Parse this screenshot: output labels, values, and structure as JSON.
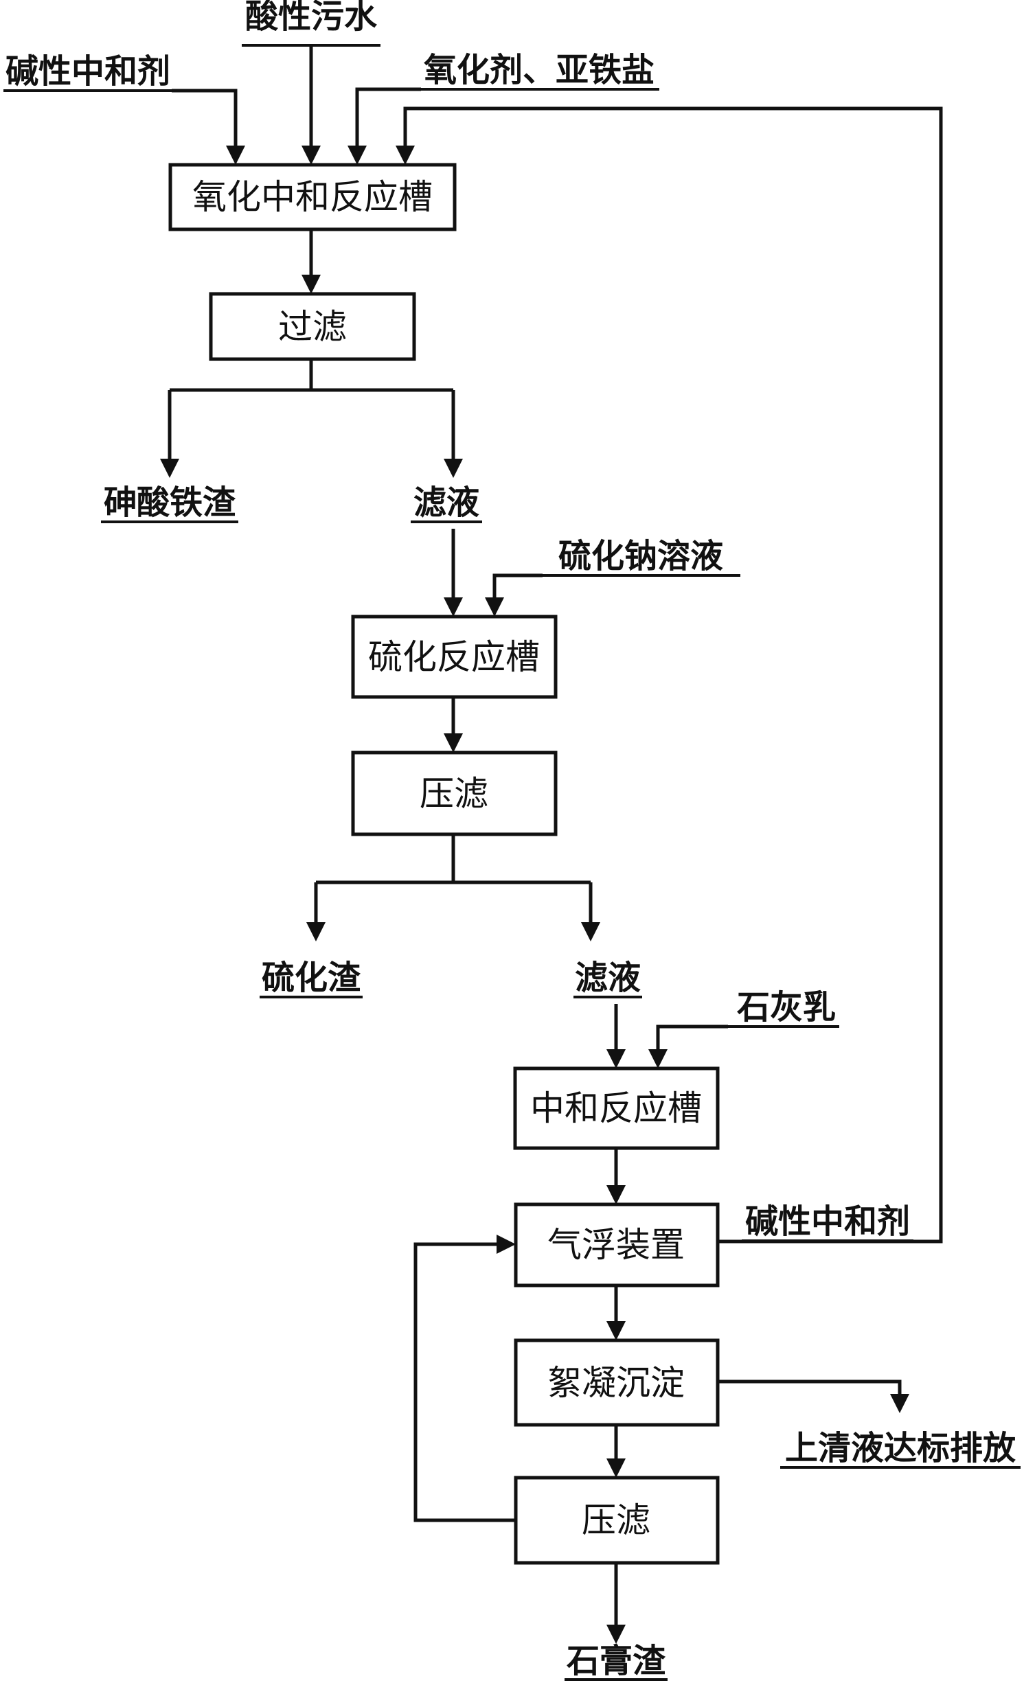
{
  "nodes": {
    "oxidation_tank": "氧化中和反应槽",
    "filter1": "过滤",
    "sulfide_tank": "硫化反应槽",
    "press1": "压滤",
    "neutral_tank": "中和反应槽",
    "flotation": "气浮装置",
    "floc": "絮凝沉淀",
    "press2": "压滤"
  },
  "labels": {
    "acid_water": "酸性污水",
    "alkali_in": "碱性中和剂",
    "oxidant": "氧化剂、亚铁盐",
    "arsenate_slag": "砷酸铁渣",
    "filtrate1": "滤液",
    "sodium_sulfide": "硫化钠溶液",
    "sulfide_slag": "硫化渣",
    "filtrate2": "滤液",
    "lime_milk": "石灰乳",
    "alkali_recycle": "碱性中和剂",
    "discharge": "上清液达标排放",
    "gypsum": "石膏渣"
  },
  "colors": {
    "line": "#111111",
    "background": "#ffffff"
  }
}
